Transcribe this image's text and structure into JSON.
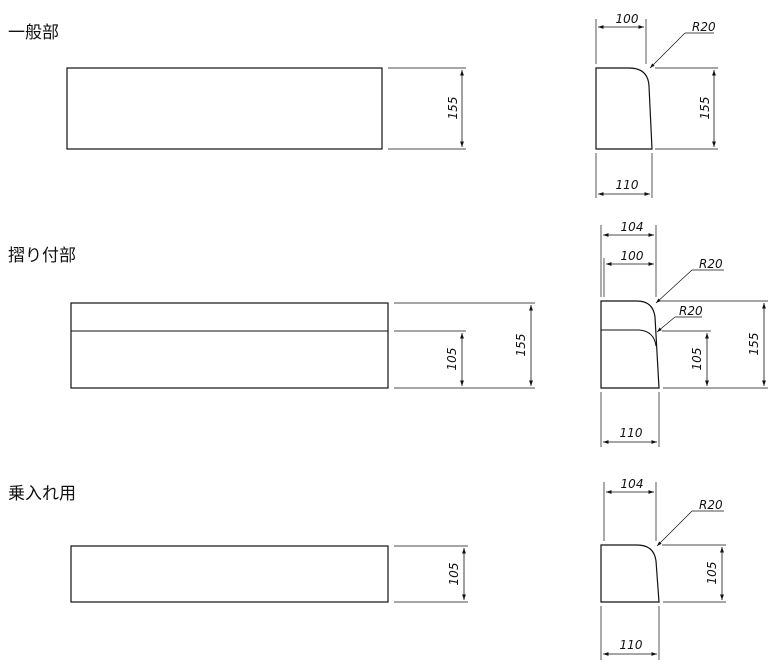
{
  "sections": [
    {
      "title": "一般部",
      "front": {
        "height_label": "155"
      },
      "side": {
        "top_width": "100",
        "radius_top": "R20",
        "height": "155",
        "bottom_width": "110"
      }
    },
    {
      "title": "摺り付部",
      "front": {
        "height_inner_label": "105",
        "height_outer_label": "155"
      },
      "side": {
        "top_width_outer": "104",
        "top_width_inner": "100",
        "radius_top": "R20",
        "radius_step": "R20",
        "height_inner": "105",
        "height_outer": "155",
        "bottom_width": "110"
      }
    },
    {
      "title": "乗入れ用",
      "front": {
        "height_label": "105"
      },
      "side": {
        "top_width": "104",
        "radius_top": "R20",
        "height": "105",
        "bottom_width": "110"
      }
    }
  ]
}
